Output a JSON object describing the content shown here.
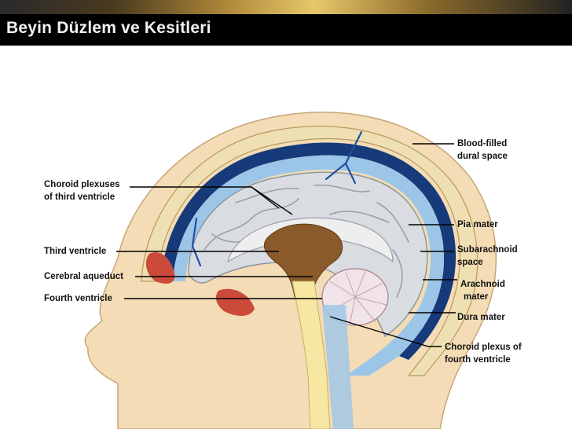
{
  "slide": {
    "title": "Beyin Düzlem ve Kesitleri"
  },
  "labels": {
    "choroid_third_1": "Choroid plexuses",
    "choroid_third_2": "of third ventricle",
    "third_ventricle": "Third ventricle",
    "cerebral_aqueduct": "Cerebral aqueduct",
    "fourth_ventricle": "Fourth ventricle",
    "blood_filled_1": "Blood-filled",
    "blood_filled_2": "dural space",
    "pia_mater": "Pia mater",
    "subarachnoid_1": "Subarachnoid",
    "subarachnoid_2": "space",
    "arachnoid_1": "Arachnoid",
    "arachnoid_2": "mater",
    "dura_mater": "Dura mater",
    "choroid_fourth_1": "Choroid plexus of",
    "choroid_fourth_2": "fourth ventricle"
  },
  "colors": {
    "title_bar": "#000000",
    "title_text": "#f2f2f2",
    "skin": "#f3dcb6",
    "bone": "#efe0b4",
    "csf": "#9cc6e8",
    "dura": "#173a7a",
    "brain": "#d9dde2",
    "brainstem": "#8a5a2a",
    "spinal_cord": "#f6e7a3",
    "sinus": "#cc4a3a"
  }
}
